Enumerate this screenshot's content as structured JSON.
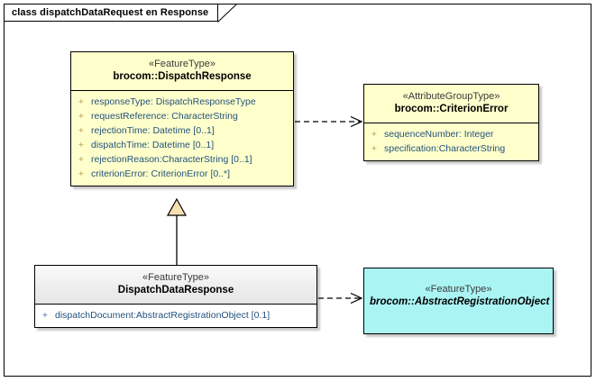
{
  "diagram": {
    "tab_label": "class dispatchDataRequest en Response",
    "frame_color": "#000000",
    "background": "#ffffff"
  },
  "classes": [
    {
      "id": "dispatch-response",
      "stereotype": "«FeatureType»",
      "name": "brocom::DispatchResponse",
      "abstract": false,
      "fill": "#ffffcc",
      "attributes": [
        {
          "visibility": "+",
          "signature": "responseType: DispatchResponseType"
        },
        {
          "visibility": "+",
          "signature": "requestReference: CharacterString"
        },
        {
          "visibility": "+",
          "signature": "rejectionTime: Datetime [0..1]"
        },
        {
          "visibility": "+",
          "signature": "dispatchTime: Datetime [0..1]"
        },
        {
          "visibility": "+",
          "signature": "rejectionReason:CharacterString [0..1]"
        },
        {
          "visibility": "+",
          "signature": "criterionError: CriterionError [0..*]"
        }
      ]
    },
    {
      "id": "criterion-error",
      "stereotype": "«AttributeGroupType»",
      "name": "brocom::CriterionError",
      "abstract": false,
      "fill": "#ffffcc",
      "attributes": [
        {
          "visibility": "+",
          "signature": "sequenceNumber: Integer"
        },
        {
          "visibility": "+",
          "signature": "specification:CharacterString"
        }
      ]
    },
    {
      "id": "dispatch-data-response",
      "stereotype": "«FeatureType»",
      "name": "DispatchDataResponse",
      "abstract": false,
      "fill": "#ffffff",
      "attributes": [
        {
          "visibility": "+",
          "signature": "dispatchDocument:AbstractRegistrationObject [0.1]"
        }
      ]
    },
    {
      "id": "abstract-registration-object",
      "stereotype": "«FeatureType»",
      "name": "brocom::AbstractRegistrationObject",
      "abstract": true,
      "fill": "#aaf4f4",
      "attributes": []
    }
  ],
  "connectors": [
    {
      "id": "dependency-dispatch-response-to-criterion-error",
      "type": "dependency",
      "style": "dashed-open-arrow",
      "from": "dispatch-response",
      "to": "criterion-error"
    },
    {
      "id": "generalization-dispatch-data-response-to-dispatch-response",
      "type": "generalization",
      "style": "solid-hollow-triangle",
      "from": "dispatch-data-response",
      "to": "dispatch-response"
    },
    {
      "id": "dependency-dispatch-data-response-to-abstract-registration-object",
      "type": "dependency",
      "style": "dashed-open-arrow",
      "from": "dispatch-data-response",
      "to": "abstract-registration-object"
    }
  ]
}
